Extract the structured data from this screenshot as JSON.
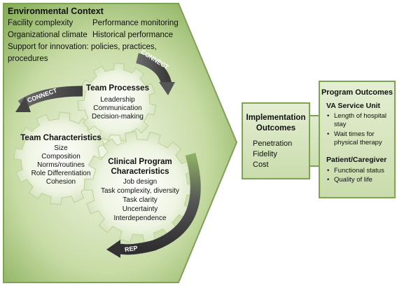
{
  "environment": {
    "title": "Environmental Context",
    "col1": [
      "Facility complexity",
      "Organizational climate"
    ],
    "col2": [
      "Performance monitoring",
      "Historical performance"
    ],
    "support_line1": "Support for innovation: policies, practices,",
    "support_line2": "procedures"
  },
  "gears": {
    "team_processes": {
      "title": "Team Processes",
      "items": [
        "Leadership",
        "Communication",
        "Decision-making"
      ]
    },
    "team_characteristics": {
      "title": "Team Characteristics",
      "items": [
        "Size",
        "Composition",
        "Norms/routines",
        "Role Differentiation",
        "Cohesion"
      ]
    },
    "clinical_program": {
      "title_line1": "Clinical Program",
      "title_line2": "Characteristics",
      "items": [
        "Job design",
        "Task complexity, diversity",
        "Task clarity",
        "Uncertainty",
        "Interdependence"
      ]
    }
  },
  "arrows": {
    "connect_top": "CONNECT",
    "connect_left": "CONNECT",
    "rep": "REP"
  },
  "implementation": {
    "title_line1": "Implementation",
    "title_line2": "Outcomes",
    "items": [
      "Penetration",
      "Fidelity",
      "Cost"
    ]
  },
  "program_outcomes": {
    "title": "Program Outcomes",
    "va_title": "VA Service Unit",
    "va_items": [
      [
        "Length of hospital",
        "stay"
      ],
      [
        "Wait times for",
        "physical therapy"
      ]
    ],
    "patient_title": "Patient/Caregiver",
    "patient_items": [
      "Functional status",
      "Quality of life"
    ]
  },
  "colors": {
    "green_dark": "#6f9a3c",
    "green_mid": "#a8c97c",
    "green_light": "#dde9c6",
    "border": "#7ea352"
  }
}
